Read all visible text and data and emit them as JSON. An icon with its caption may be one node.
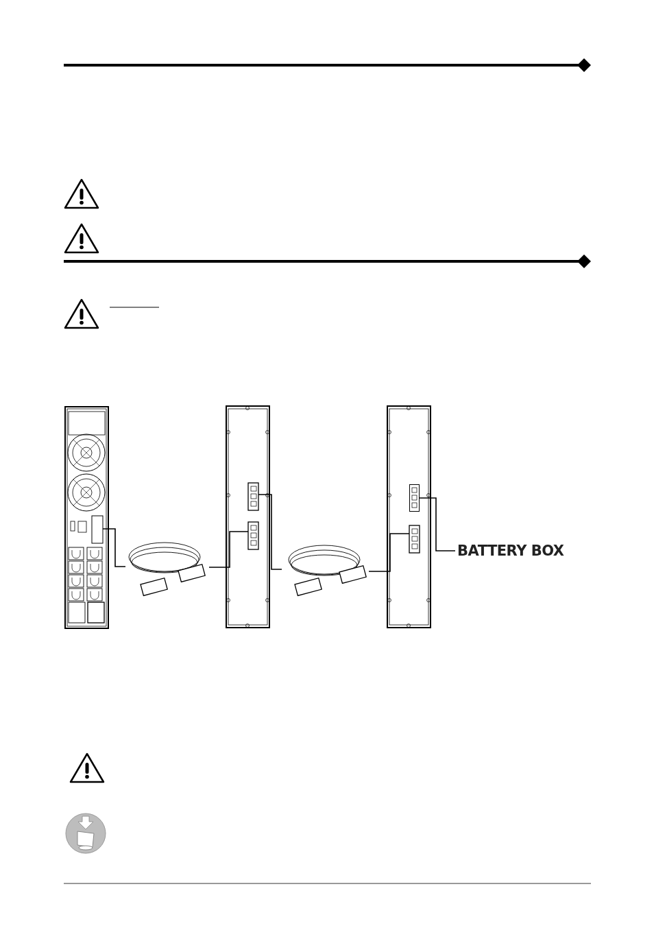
{
  "diagram": {
    "nodes": [
      {
        "text": [
          "BATTERY BOX"
        ]
      },
      {
        "text": [],
        "shape": "box"
      }
    ],
    "edges": [
      {
        "from": 0,
        "to": 1,
        "arrow": "none"
      }
    ]
  }
}
